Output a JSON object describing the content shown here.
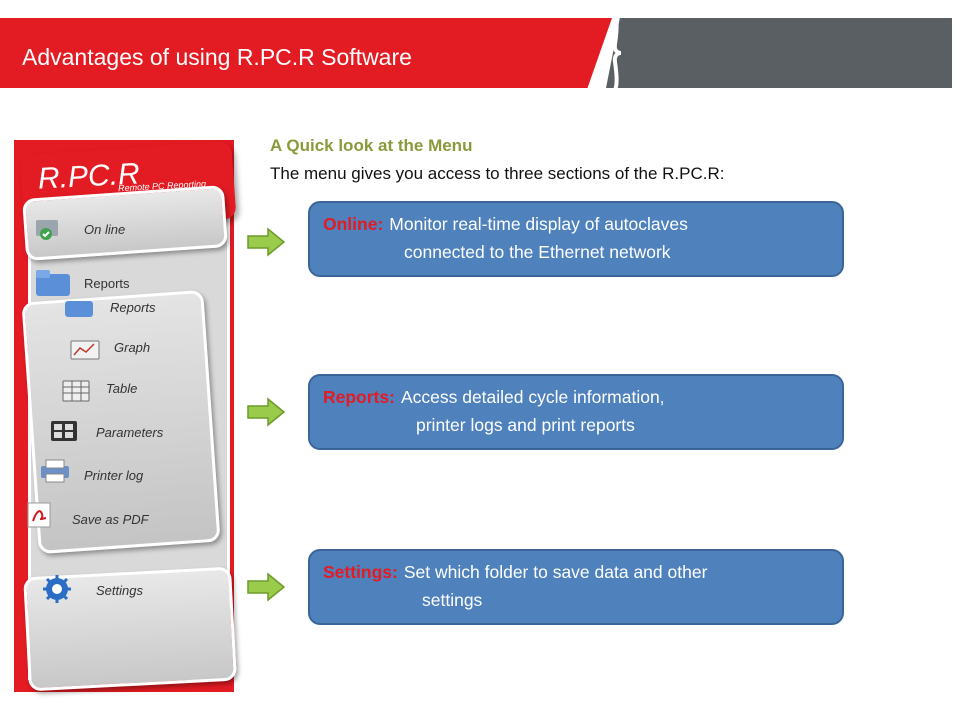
{
  "header": {
    "title": "Advantages of using R.PC.R Software",
    "accent_color": "#e31b23",
    "secondary_color": "#5a5f63"
  },
  "intro": {
    "heading": "A Quick look at the Menu",
    "subtitle": "The menu gives you access to three sections of the R.PC.R:"
  },
  "menu_image": {
    "logo": "R.PC.R",
    "logo_subtitle": "Remote PC Reporting",
    "items": [
      {
        "label": "On line",
        "icon": "online-icon"
      },
      {
        "label": "Reports",
        "icon": "folder-icon"
      },
      {
        "label": "Reports",
        "icon": "folder-icon"
      },
      {
        "label": "Graph",
        "icon": "graph-icon"
      },
      {
        "label": "Table",
        "icon": "table-icon"
      },
      {
        "label": "Parameters",
        "icon": "parameters-icon"
      },
      {
        "label": "Printer log",
        "icon": "printer-icon"
      },
      {
        "label": "Save as PDF",
        "icon": "pdf-icon"
      },
      {
        "label": "Settings",
        "icon": "settings-icon"
      }
    ]
  },
  "sections": [
    {
      "key": "Online:",
      "line1": "Monitor real-time display of autoclaves",
      "line2": "connected to the Ethernet network",
      "arrow_icon": "arrow-right-icon"
    },
    {
      "key": "Reports:",
      "line1": "Access detailed cycle information,",
      "line2": "printer logs and print reports",
      "arrow_icon": "arrow-right-icon"
    },
    {
      "key": "Settings:",
      "line1": "Set which folder to save data and other",
      "line2": "settings",
      "arrow_icon": "arrow-right-icon"
    }
  ]
}
